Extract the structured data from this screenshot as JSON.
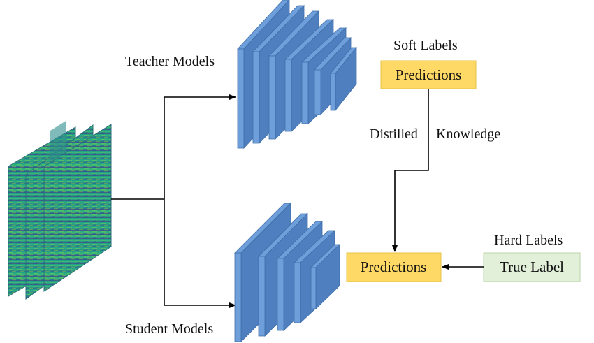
{
  "labels": {
    "teacher_models": "Teacher Models",
    "student_models": "Student Models",
    "soft_labels": "Soft Labels",
    "hard_labels": "Hard Labels",
    "distilled": "Distilled",
    "knowledge": "Knowledge"
  },
  "boxes": {
    "teacher_predictions": "Predictions",
    "student_predictions": "Predictions",
    "true_label": "True Label"
  },
  "colors": {
    "prediction_fill": "#FFD966",
    "prediction_stroke": "#E6C24A",
    "true_label_fill": "#E2F0D9",
    "true_label_stroke": "#B9D3AA",
    "layer_front": "#4F7FBF",
    "layer_side": "#6F9FDA",
    "layer_top": "#3E6EA8",
    "arrow": "#000000"
  }
}
